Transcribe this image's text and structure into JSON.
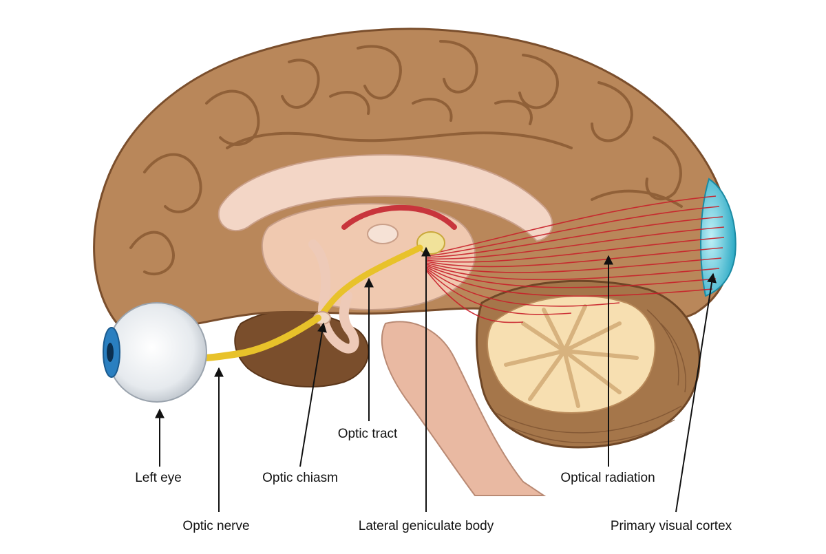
{
  "colors": {
    "cortex": "#b9875a",
    "cortex_dark": "#8a5a33",
    "cortex_light": "#cfa172",
    "cerebellum": "#a5764a",
    "white_matter": "#f7dfb1",
    "midline": "#f0c9b0",
    "optic_path": "#e8c22a",
    "radiation": "#c8202a",
    "visual_cortex": "#2bb6cf",
    "eye_white": "#eef1f4",
    "iris": "#2a7fc0",
    "label_text": "#111111"
  },
  "icons": [
    "brain-illustration",
    "eye-icon",
    "arrow-icon"
  ],
  "labels": {
    "left_eye": "Left eye",
    "optic_nerve": "Optic nerve",
    "optic_chiasm": "Optic chiasm",
    "optic_tract": "Optic tract",
    "lateral_geniculate_body": "Lateral geniculate body",
    "optical_radiation": "Optical radiation",
    "primary_visual_cortex": "Primary visual cortex"
  }
}
